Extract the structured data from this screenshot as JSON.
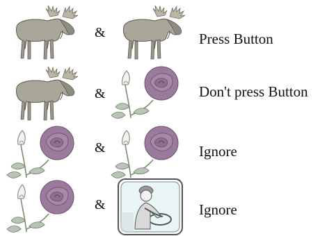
{
  "rows": [
    {
      "left": "moose",
      "connector": "&",
      "right": "moose",
      "label": "Press Button"
    },
    {
      "left": "moose",
      "connector": "&",
      "right": "flower",
      "label": "Don't press Button"
    },
    {
      "left": "flower",
      "connector": "&",
      "right": "flower",
      "label": "Ignore"
    },
    {
      "left": "flower",
      "connector": "&",
      "right": "driver",
      "label": "Ignore"
    }
  ]
}
